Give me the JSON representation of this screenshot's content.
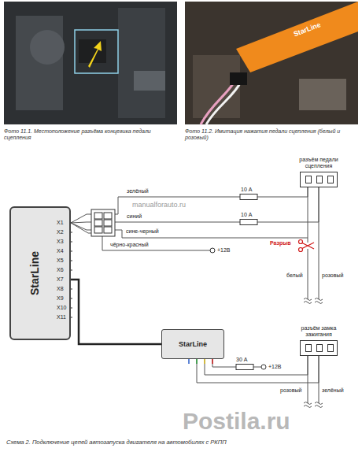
{
  "diagram": {
    "caption": "Схема 2. Подключение цепей автозапуска двигателя на автомобилях с РКПП",
    "nodes": [
      {
        "text": [
          "разъём педали сцепления"
        ]
      },
      {
        "text": [
          "StarLine"
        ]
      },
      {
        "text": [
          "StarLine"
        ]
      },
      {
        "text": [
          "разъём замка зажигания"
        ]
      }
    ],
    "edges": [
      {
        "from": 1,
        "to": 0,
        "arrow": "none",
        "label": "зелёный"
      },
      {
        "from": 1,
        "to": 0,
        "arrow": "none",
        "label": "синий"
      },
      {
        "from": 1,
        "to": 2,
        "arrow": "none"
      },
      {
        "from": 2,
        "to": 3,
        "arrow": "none"
      },
      {
        "from": 2,
        "to": 3,
        "arrow": "none"
      }
    ],
    "labels": [
      "Фото 11.1. Местоположение разъёма концевика педали сцепления",
      "Фото 11.2. Имитация нажатия педали сцепления (белый и розовый)",
      "StarLine",
      "X1",
      "X2",
      "X3",
      "X4",
      "X5",
      "X6",
      "X7",
      "X8",
      "X9",
      "X10",
      "X11",
      "10 А",
      "10 А",
      "manualforauto.ru",
      "сине-черный",
      "чёрно-красный",
      "+12В",
      "Разрыв",
      "белый",
      "розовый",
      "30 А",
      "+12В",
      "розовый",
      "зелёный",
      "Postila.ru"
    ]
  }
}
